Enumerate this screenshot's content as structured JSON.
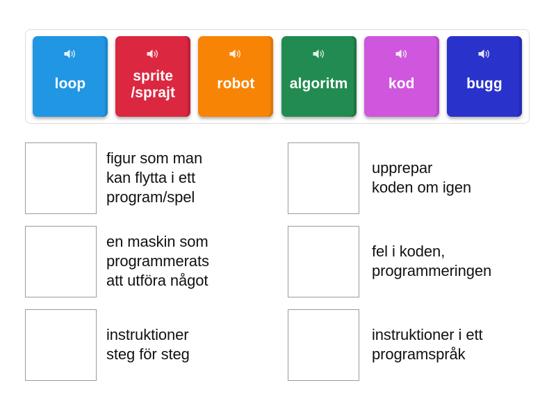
{
  "activity": {
    "type": "match-up-quiz",
    "language": "sv"
  },
  "tile_bank": {
    "speaker_icon": "speaker-icon",
    "tiles": [
      {
        "label": "loop",
        "color": "#2196e3",
        "shade": "#1b86cd",
        "icon": "speaker-icon"
      },
      {
        "label": "sprite\n/sprajt",
        "color": "#dc2740",
        "shade": "#c21f36",
        "icon": "speaker-icon"
      },
      {
        "label": "robot",
        "color": "#f88406",
        "shade": "#e07705",
        "icon": "speaker-icon"
      },
      {
        "label": "algoritm",
        "color": "#228b51",
        "shade": "#1c7745",
        "icon": "speaker-icon"
      },
      {
        "label": "kod",
        "color": "#cf57dd",
        "shade": "#bb4ac8",
        "icon": "speaker-icon"
      },
      {
        "label": "bugg",
        "color": "#2a32cc",
        "shade": "#232bb4",
        "icon": "speaker-icon"
      }
    ]
  },
  "answers": {
    "rows": [
      {
        "left": {
          "text": "figur som man\nkan flytta i ett\nprogram/spel",
          "box_value": ""
        },
        "right": {
          "text": "upprepar\nkoden om igen",
          "box_value": ""
        }
      },
      {
        "left": {
          "text": "en maskin som\nprogrammerats\natt utföra något",
          "box_value": ""
        },
        "right": {
          "text": "fel i koden,\nprogrammeringen",
          "box_value": ""
        }
      },
      {
        "left": {
          "text": "instruktioner\nsteg för steg",
          "box_value": ""
        },
        "right": {
          "text": "instruktioner i ett\nprogramspråk",
          "box_value": ""
        }
      }
    ]
  }
}
